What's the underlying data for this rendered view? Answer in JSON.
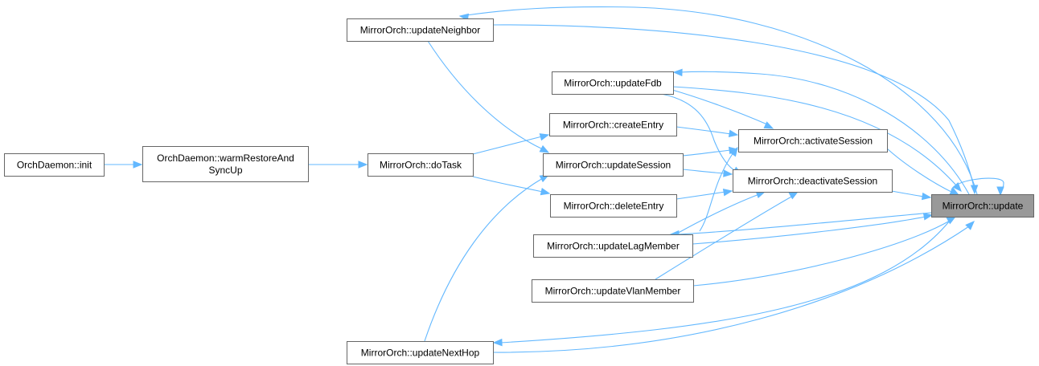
{
  "graph": {
    "title": "Caller graph",
    "colors": {
      "edge": "#63b8ff",
      "node_border": "#666666",
      "node_fill": "#ffffff",
      "highlight_fill": "#999999"
    },
    "nodes": {
      "init": {
        "lines": [
          "OrchDaemon::init"
        ]
      },
      "warm": {
        "lines": [
          "OrchDaemon::warmRestoreAnd",
          "SyncUp"
        ]
      },
      "doTask": {
        "lines": [
          "MirrorOrch::doTask"
        ]
      },
      "updateNeighbor": {
        "lines": [
          "MirrorOrch::updateNeighbor"
        ]
      },
      "updateFdb": {
        "lines": [
          "MirrorOrch::updateFdb"
        ]
      },
      "createEntry": {
        "lines": [
          "MirrorOrch::createEntry"
        ]
      },
      "updateSession": {
        "lines": [
          "MirrorOrch::updateSession"
        ]
      },
      "deleteEntry": {
        "lines": [
          "MirrorOrch::deleteEntry"
        ]
      },
      "updateLagMember": {
        "lines": [
          "MirrorOrch::updateLagMember"
        ]
      },
      "updateVlanMember": {
        "lines": [
          "MirrorOrch::updateVlanMember"
        ]
      },
      "updateNextHop": {
        "lines": [
          "MirrorOrch::updateNextHop"
        ]
      },
      "activateSession": {
        "lines": [
          "MirrorOrch::activateSession"
        ]
      },
      "deactivateSession": {
        "lines": [
          "MirrorOrch::deactivateSession"
        ]
      },
      "update": {
        "lines": [
          "MirrorOrch::update"
        ],
        "highlighted": true
      }
    },
    "edges": [
      [
        "init",
        "warm"
      ],
      [
        "warm",
        "doTask"
      ],
      [
        "doTask",
        "createEntry"
      ],
      [
        "doTask",
        "deleteEntry"
      ],
      [
        "createEntry",
        "activateSession"
      ],
      [
        "deleteEntry",
        "deactivateSession"
      ],
      [
        "activateSession",
        "update"
      ],
      [
        "deactivateSession",
        "update"
      ],
      [
        "updateFdb",
        "activateSession"
      ],
      [
        "updateFdb",
        "deactivateSession"
      ],
      [
        "updateNeighbor",
        "updateSession"
      ],
      [
        "updateNextHop",
        "updateSession"
      ],
      [
        "updateSession",
        "activateSession"
      ],
      [
        "updateSession",
        "deactivateSession"
      ],
      [
        "updateLagMember",
        "activateSession"
      ],
      [
        "updateLagMember",
        "deactivateSession"
      ],
      [
        "updateVlanMember",
        "deactivateSession"
      ],
      [
        "update",
        "updateNeighbor"
      ],
      [
        "update",
        "updateFdb"
      ],
      [
        "update",
        "updateLagMember"
      ],
      [
        "update",
        "updateNextHop"
      ],
      [
        "updateNeighbor",
        "update"
      ],
      [
        "updateFdb",
        "update"
      ],
      [
        "updateLagMember",
        "update"
      ],
      [
        "updateVlanMember",
        "update"
      ],
      [
        "updateNextHop",
        "update"
      ],
      [
        "update",
        "update"
      ]
    ]
  }
}
